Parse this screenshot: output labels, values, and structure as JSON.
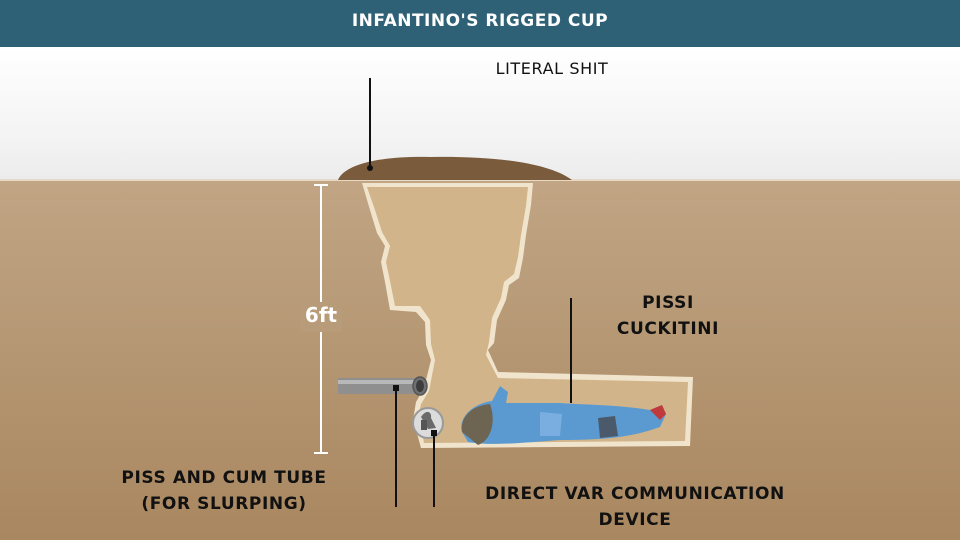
{
  "title": "INFANTINO'S RIGGED CUP",
  "labels": {
    "surface": "LITERAL SHIT",
    "person_line1": "PISSI",
    "person_line2": "CUCKITINI",
    "tube_line1": "PISS AND CUM TUBE",
    "tube_line2": "(FOR SLURPING)",
    "device_line1": "DIRECT VAR COMMUNICATION",
    "device_line2": "DEVICE"
  },
  "depth": "6ft",
  "colors": {
    "title_bar": "#2e6176",
    "soil": "#b49672",
    "tunnel": "#d2b48a",
    "mound": "#7a5c3c",
    "figure": "#5b9ad0"
  }
}
